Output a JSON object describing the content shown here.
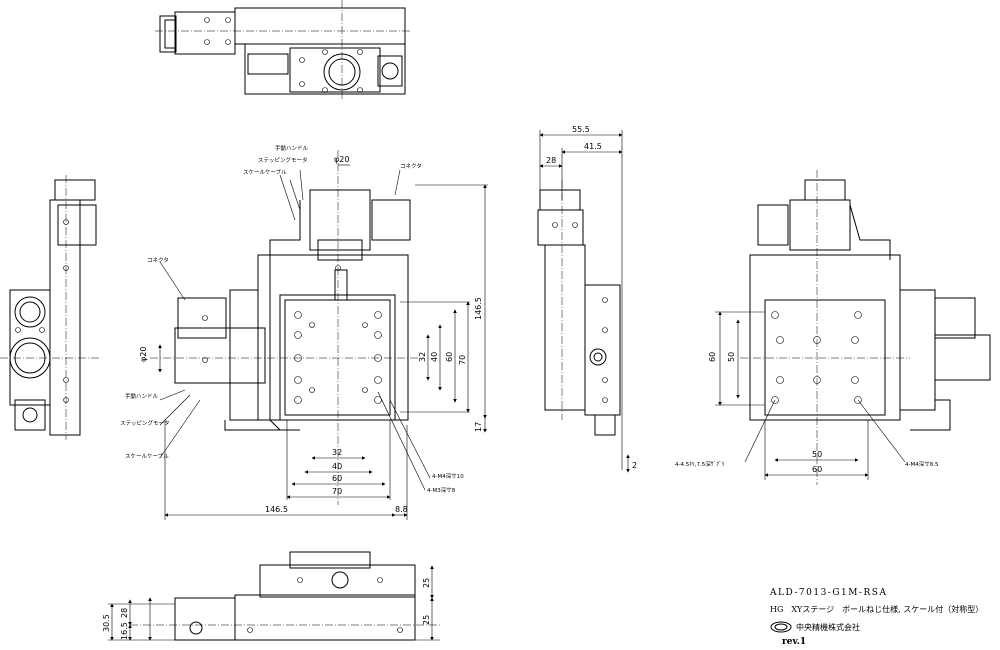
{
  "title_block": {
    "model": "ALD-7013-G1M-RSA",
    "description": "HG　XYステージ　ボールねじ仕様, スケール付（対称型）",
    "maker": "中央精機株式会社",
    "revision": "rev.1"
  },
  "labels": {
    "handle": "手動ハンドル",
    "stepping_motor": "ステッピングモータ",
    "scale_cable": "スケールケーブル",
    "connector": "コネクタ",
    "handle_left": "手動ハンドル",
    "stepping_motor_left": "ステッピングモータ",
    "scale_cable_left": "スケールケーブル",
    "connector_left": "コネクタ",
    "m4_depth10": "4-M4深サ10",
    "m3_depth8": "4-M3深サ8",
    "counterbore": "4-4.5ｷﾘ,7.5深ｻﾞｸﾞﾘ",
    "m4_depth8_5": "4-M4深サ8.5"
  },
  "dimensions": {
    "phi20_top": "φ20",
    "phi20_left": "φ20",
    "d146_5_v": "146.5",
    "d146_5_h": "146.5",
    "d8_8": "8.8",
    "d17": "17",
    "d70_v": "70",
    "d60_v": "60",
    "d40_v": "40",
    "d32_v": "32",
    "d32_h": "32",
    "d40_h": "40",
    "d60_h": "60",
    "d70_h": "70",
    "d55_5": "55.5",
    "d41_5": "41.5",
    "d28_side": "28",
    "d2": "2",
    "d60_rv": "60",
    "d50_rv": "50",
    "d50_rh": "50",
    "d60_rh": "60",
    "d30_5": "30.5",
    "d28_bot": "28",
    "d16_5": "16.5",
    "d25_a": "25",
    "d25_b": "25"
  }
}
